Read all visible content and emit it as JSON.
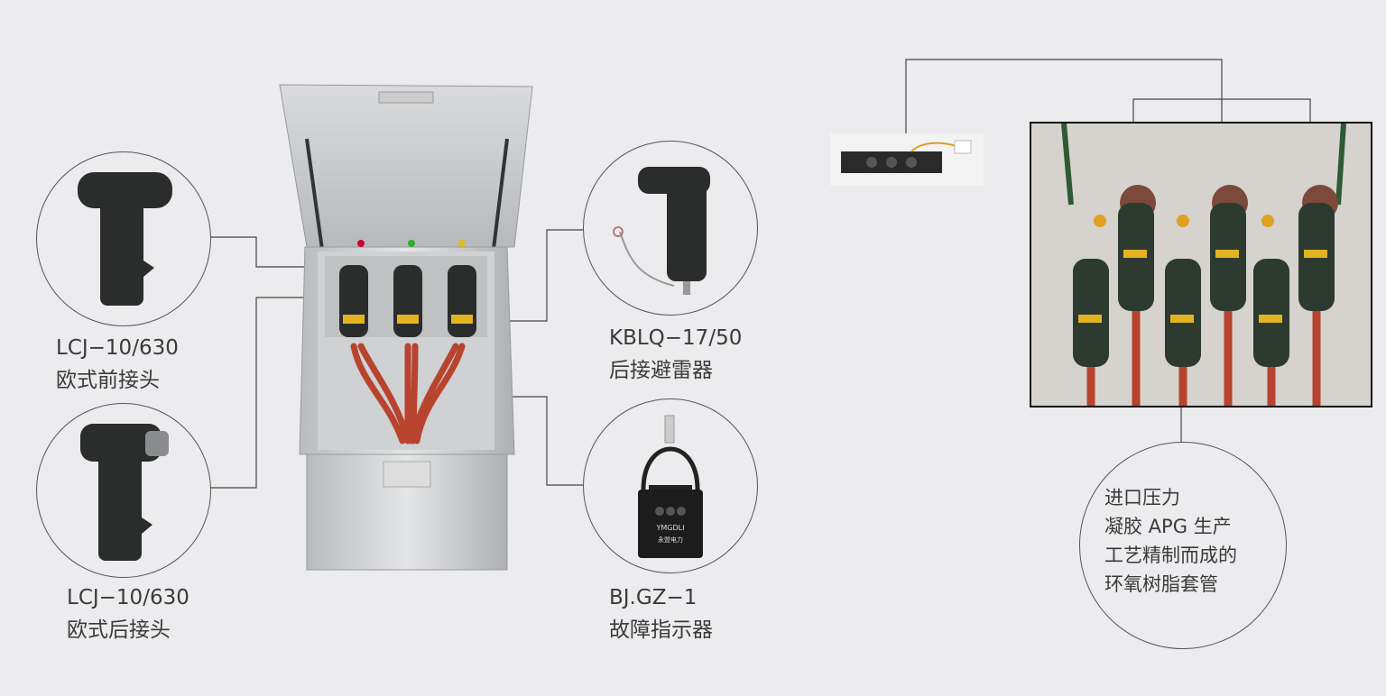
{
  "parts": {
    "front_connector": {
      "model": "LCJ−10/630",
      "name": "欧式前接头"
    },
    "rear_connector": {
      "model": "LCJ−10/630",
      "name": "欧式后接头"
    },
    "arrester": {
      "model": "KBLQ−17/50",
      "name": "后接避雷器"
    },
    "fault_indicator": {
      "model": "BJ.GZ−1",
      "name": "故障指示器",
      "device_label": "YMGDLI",
      "device_sublabel": "永盟电力"
    },
    "bushing": {
      "lines": [
        "进口压力",
        "凝胶 APG 生产",
        "工艺精制而成的",
        "环氧树脂套管"
      ]
    }
  },
  "colors": {
    "background": "#ececee",
    "cable": "#b8432e",
    "connector": "#2a2d2b",
    "steel": "#c9cbcd"
  },
  "icons": {
    "cabinet": "switch-cabinet-illustration",
    "terminal": "terminal-strip-illustration",
    "photo": "bushing-photo-illustration"
  }
}
